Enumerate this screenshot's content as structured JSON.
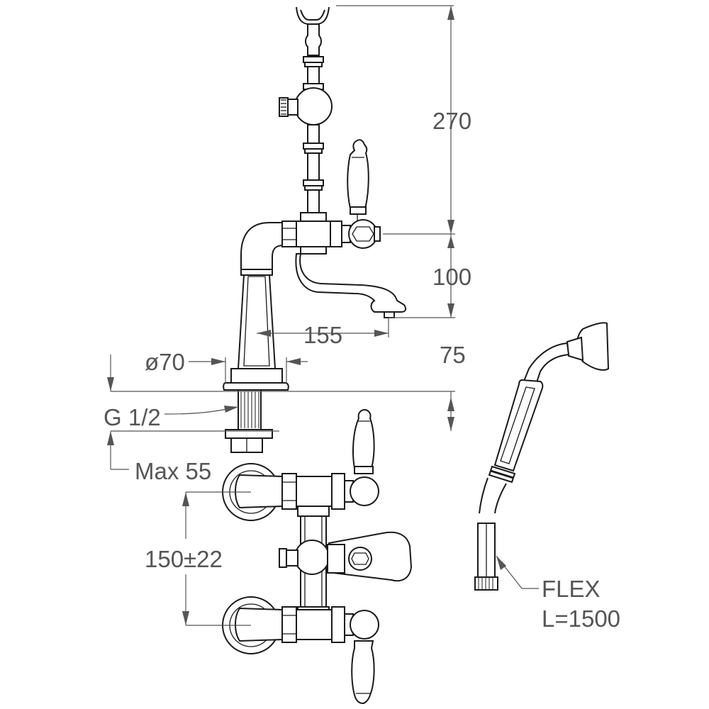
{
  "dimensions": {
    "d270": "270",
    "d100": "100",
    "d155": "155",
    "d75": "75",
    "d70": "ø70",
    "thread": "G 1/2",
    "max": "Max 55",
    "centers": "150±22",
    "flex": "FLEX",
    "length": "L=1500"
  },
  "colors": {
    "line": "#1a1a1a",
    "dimension": "#555555",
    "background": "#ffffff"
  }
}
